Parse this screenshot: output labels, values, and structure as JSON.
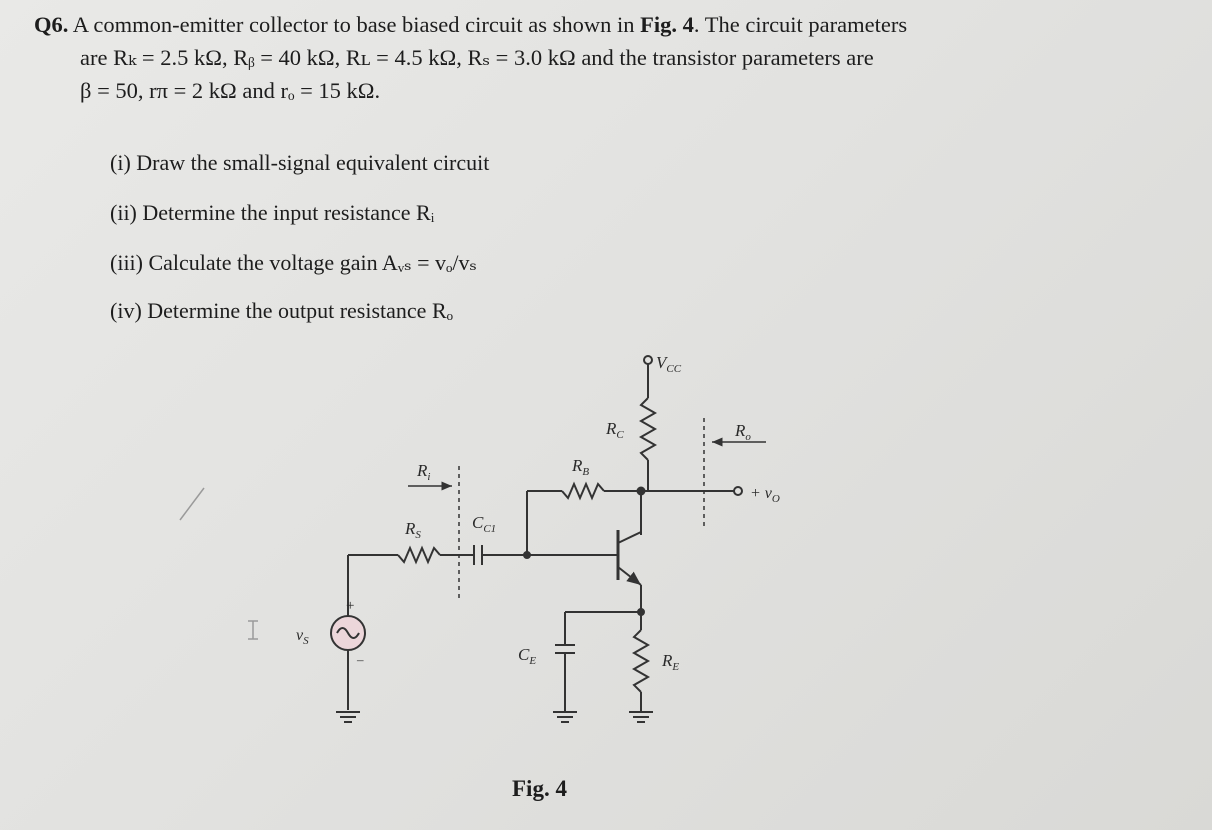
{
  "question": {
    "number": "Q6.",
    "line1": "A common-emitter collector to base biased circuit as shown in ",
    "fig_ref": "Fig. 4",
    "line1_end": ". The circuit parameters",
    "line2": "are Rₖ = 2.5 kΩ,  Rᵦ = 40 kΩ,  Rʟ = 4.5 kΩ,  Rₛ = 3.0 kΩ  and the transistor parameters are",
    "line3": "β = 50,  rπ = 2 kΩ and rₒ = 15 kΩ."
  },
  "parts": [
    "(i) Draw the small-signal equivalent circuit",
    "(ii) Determine the input resistance  Rᵢ",
    "(iii) Calculate the voltage gain Aᵥₛ = vₒ/vₛ",
    "(iv) Determine the output resistance  Rₒ"
  ],
  "figure": {
    "caption": "Fig. 4",
    "labels": {
      "vcc": "V",
      "vcc_sub": "CC",
      "rc": "R",
      "rc_sub": "C",
      "ro": "R",
      "ro_sub": "o",
      "rb": "R",
      "rb_sub": "B",
      "ri": "R",
      "ri_sub": "i",
      "vo": "+ v",
      "vo_sub": "O",
      "rs": "R",
      "rs_sub": "S",
      "cc1": "C",
      "cc1_sub": "C1",
      "vs": "v",
      "vs_sub": "S",
      "plus": "+",
      "minus": "–",
      "ce": "C",
      "ce_sub": "E",
      "re": "R",
      "re_sub": "E"
    }
  }
}
